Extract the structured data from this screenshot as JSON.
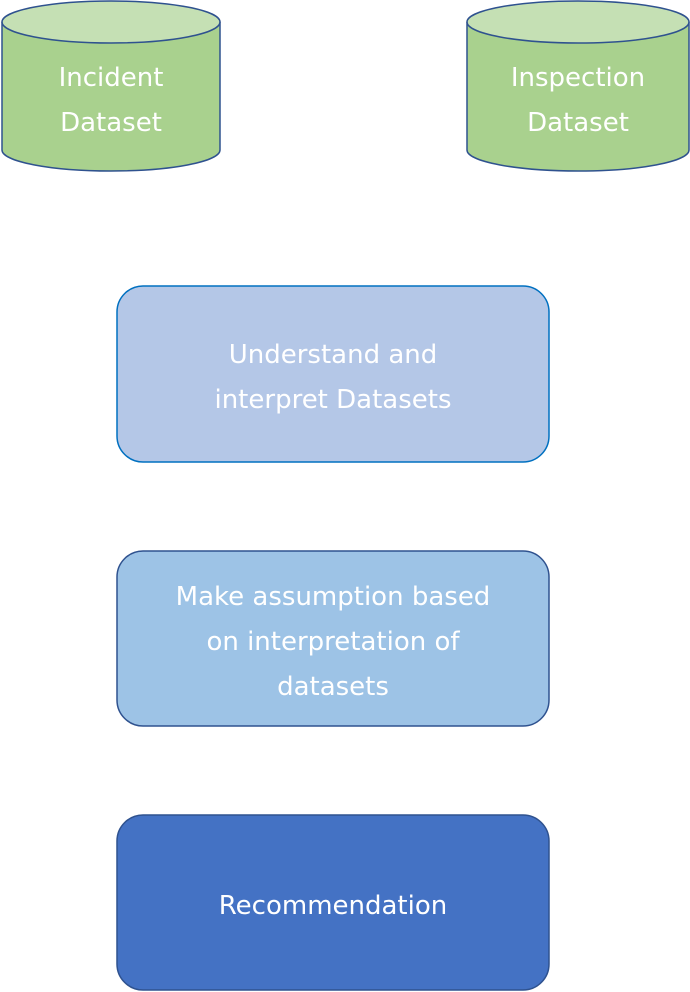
{
  "nodes": {
    "incident": {
      "shape": "cylinder",
      "lines": [
        "Incident",
        "Dataset"
      ],
      "fill": "#a9d18e",
      "top_fill": "#c5e0b4",
      "stroke": "#2f528f",
      "text_color": "#ffffff"
    },
    "inspection": {
      "shape": "cylinder",
      "lines": [
        "Inspection",
        "Dataset"
      ],
      "fill": "#a9d18e",
      "top_fill": "#c5e0b4",
      "stroke": "#2f528f",
      "text_color": "#ffffff"
    },
    "understand": {
      "shape": "rounded-rectangle",
      "lines": [
        "Understand and",
        "interpret Datasets"
      ],
      "fill": "#b4c7e7",
      "stroke": "#0070c0",
      "text_color": "#ffffff"
    },
    "assumption": {
      "shape": "rounded-rectangle",
      "lines": [
        "Make assumption based",
        "on interpretation of",
        "datasets"
      ],
      "fill": "#9dc3e6",
      "stroke": "#2f528f",
      "text_color": "#ffffff"
    },
    "recommendation": {
      "shape": "rounded-rectangle",
      "lines": [
        "Recommendation"
      ],
      "fill": "#4472c4",
      "stroke": "#2f528f",
      "text_color": "#ffffff"
    }
  }
}
